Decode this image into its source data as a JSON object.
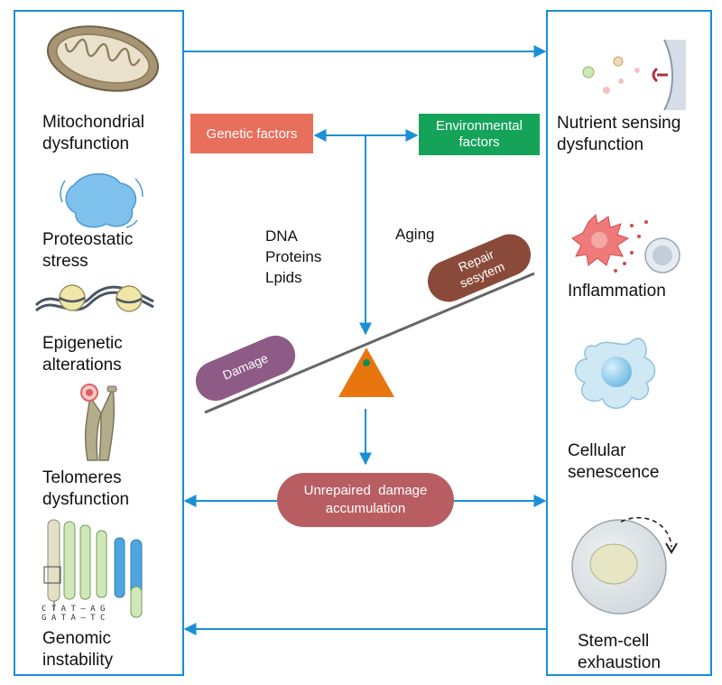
{
  "left_column": [
    {
      "lines": [
        "Mitochondrial",
        "dysfunction"
      ],
      "icon": "mitochondria-icon"
    },
    {
      "lines": [
        "Proteostatic",
        "stress"
      ],
      "icon": "protein-aggregate-icon"
    },
    {
      "lines": [
        "Epigenetic",
        "alterations"
      ],
      "icon": "nucleosome-icon"
    },
    {
      "lines": [
        "Telomeres",
        "dysfunction"
      ],
      "icon": "chromosome-icon"
    },
    {
      "lines": [
        "Genomic",
        "instability"
      ],
      "icon": "chromosomes-icon"
    }
  ],
  "right_column": [
    {
      "lines": [
        "Nutrient sensing",
        "dysfunction"
      ],
      "icon": "nutrient-receptor-icon"
    },
    {
      "lines": [
        "Inflammation"
      ],
      "icon": "immune-cell-icon"
    },
    {
      "lines": [
        "Cellular",
        "senescence"
      ],
      "icon": "senescent-cell-icon"
    },
    {
      "lines": [
        "Stem-cell",
        "exhaustion"
      ],
      "icon": "stem-cell-icon"
    }
  ],
  "dna_sequence": {
    "top": "C T A T — A G",
    "bottom": "G A T A — T C"
  },
  "center": {
    "genetic_factors": "Genetic factors",
    "environmental_factors": [
      "Environmental",
      "factors"
    ],
    "molecules": [
      "DNA",
      "Proteins",
      "Lpids"
    ],
    "aging": "Aging",
    "repair": [
      "Repair",
      "sesytem"
    ],
    "damage": "Damage",
    "unrepaired": [
      "Unrepaired  damage",
      "accumulation"
    ]
  },
  "colors": {
    "frame_blue": "#1a8fd6",
    "arrow_blue": "#1a8fd6",
    "genetic": "#e86f5b",
    "environmental": "#15a35a",
    "repair": "#8a4a3a",
    "damage": "#8e5a86",
    "unrepaired": "#b85e62",
    "fulcrum": "#e8760f"
  }
}
